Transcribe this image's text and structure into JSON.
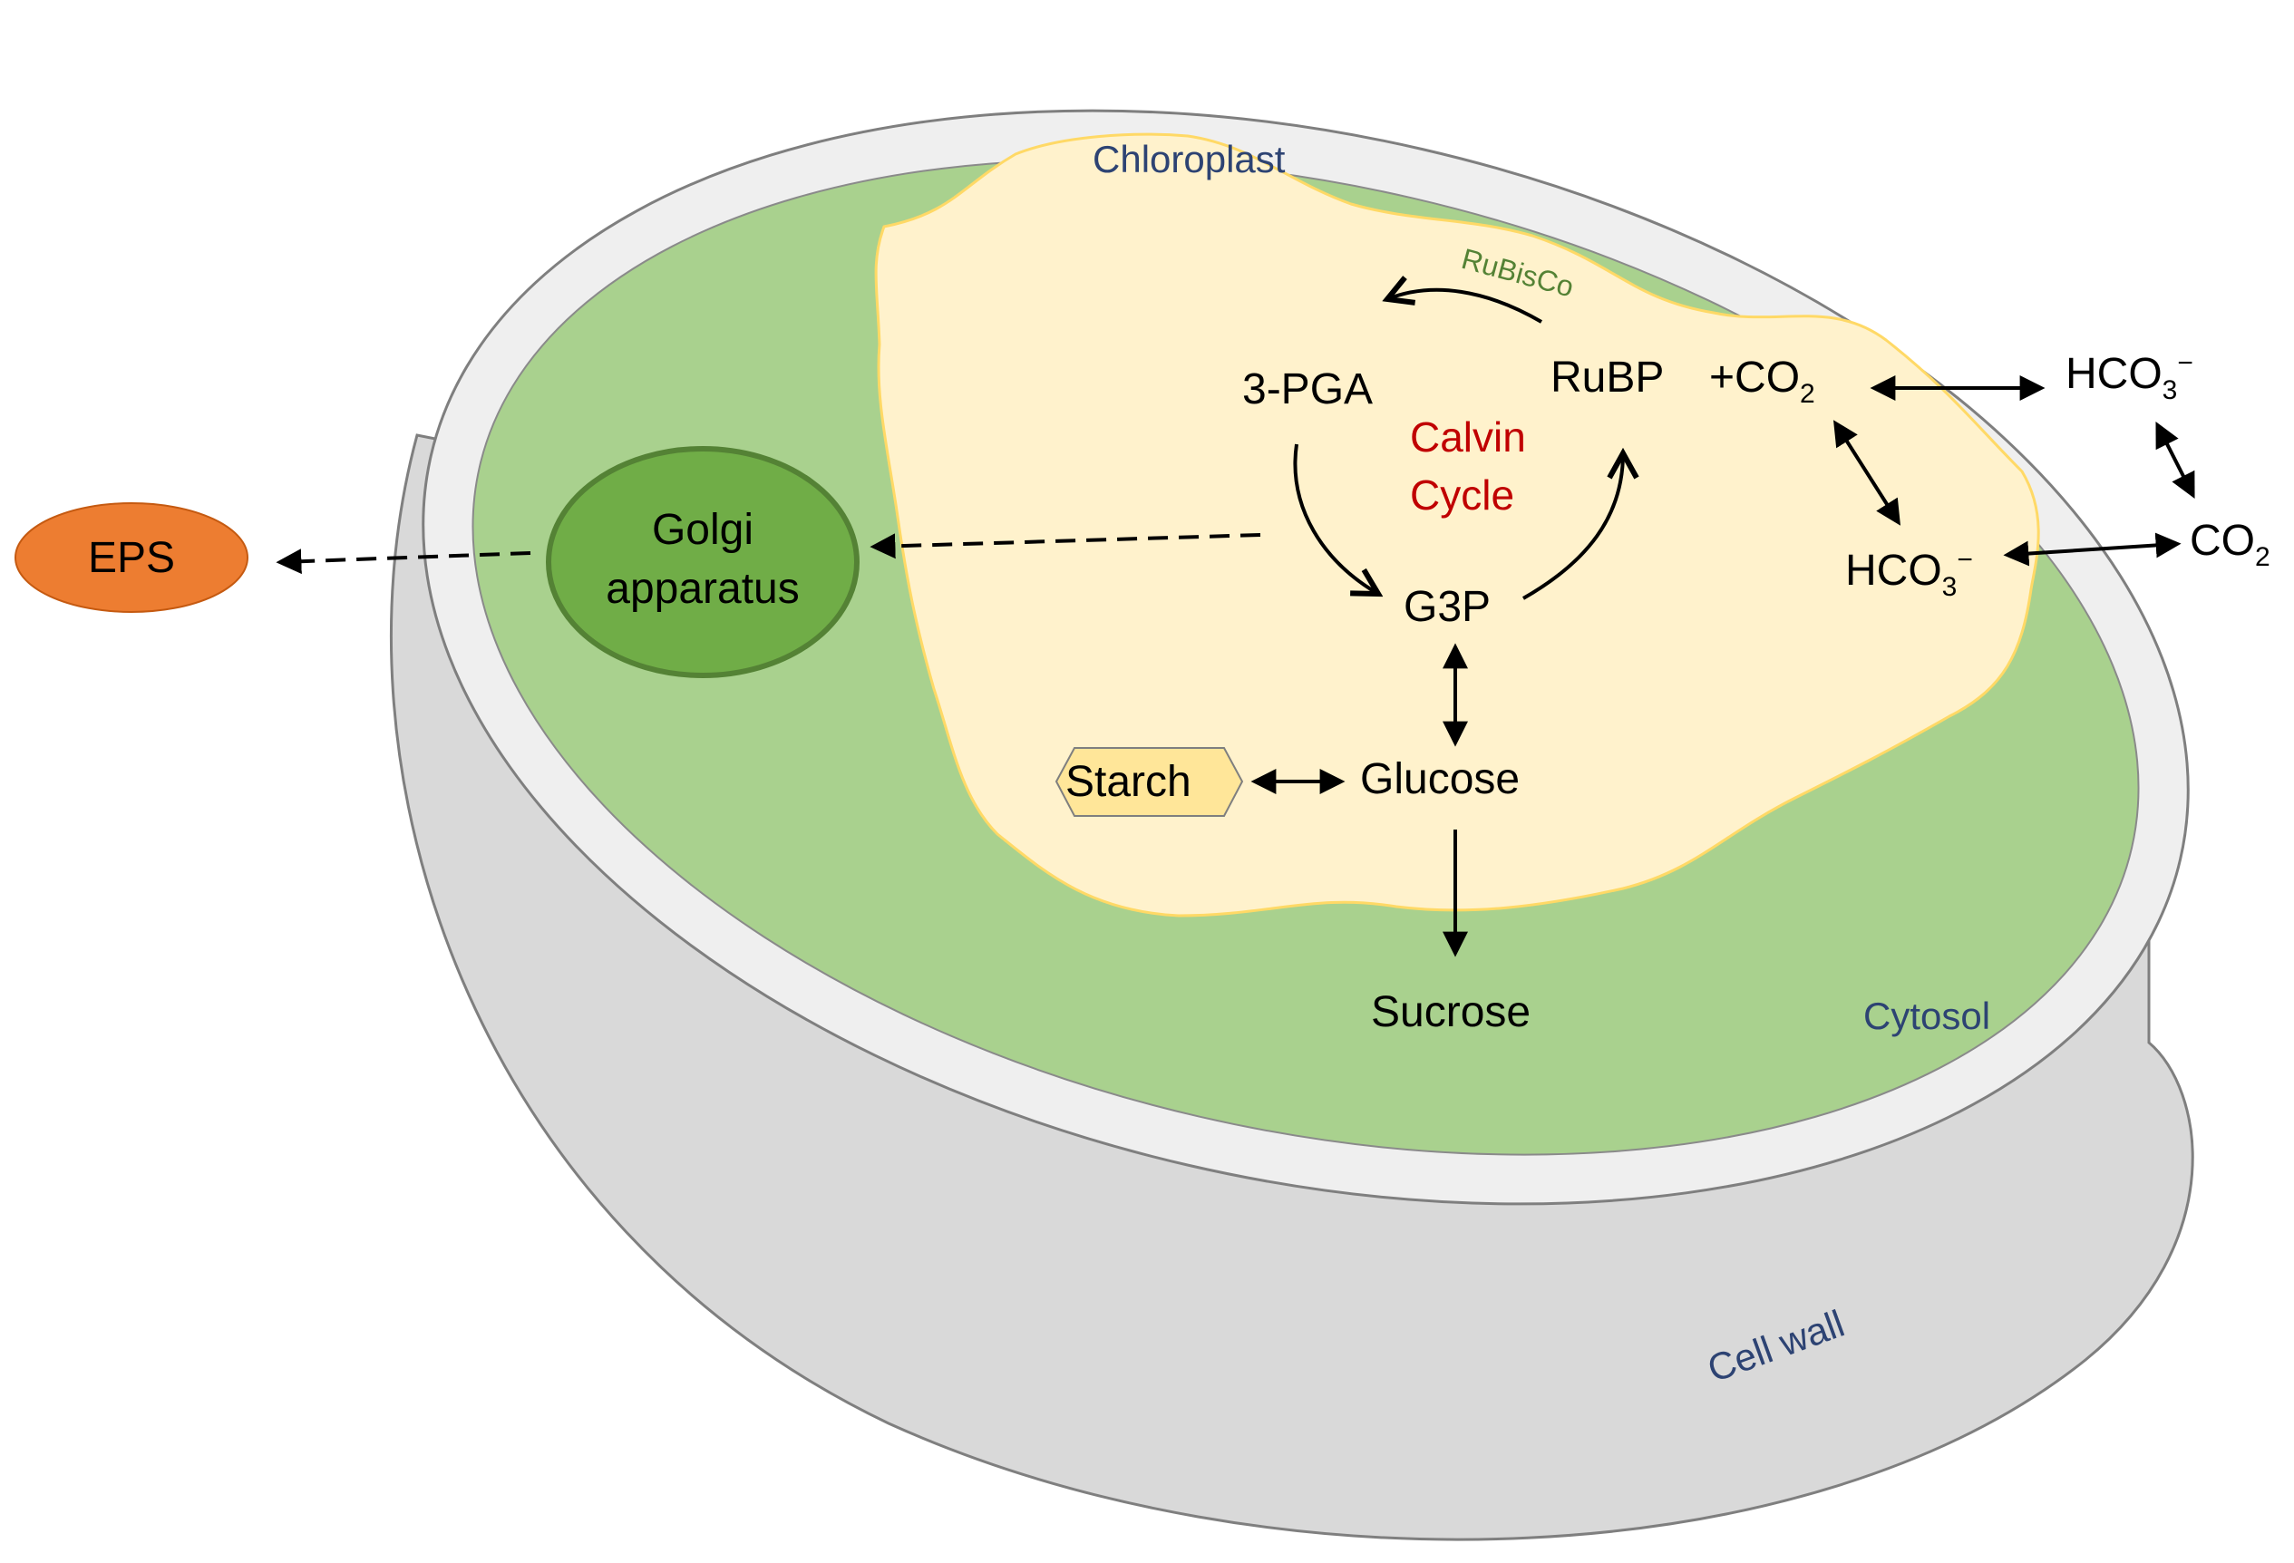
{
  "regions": {
    "chloroplast": "Chloroplast",
    "cytosol": "Cytosol",
    "cell_wall": "Cell wall"
  },
  "cycle": {
    "enzyme": "RuBisCo",
    "name_line1": "Calvin",
    "name_line2": "Cycle"
  },
  "metabolites": {
    "pga": "3-PGA",
    "rubp": "RuBP",
    "co2_plus_prefix": "+CO",
    "co2_plus_sub": "2",
    "g3p": "G3P",
    "glucose": "Glucose",
    "starch": "Starch",
    "sucrose": "Sucrose",
    "hco3_inner_main": "HCO",
    "hco3_inner_sub": "3",
    "hco3_inner_sup": "−",
    "hco3_outer_main": "HCO",
    "hco3_outer_sub": "3",
    "hco3_outer_sup": "−",
    "co2_outer_main": "CO",
    "co2_outer_sub": "2"
  },
  "organelles": {
    "golgi_line1": "Golgi",
    "golgi_line2": "apparatus",
    "eps": "EPS"
  },
  "colors": {
    "cytosol": "#a9d18e",
    "chloroplast": "#fff2cc",
    "chloroplast_border": "#ffd966",
    "cell_wall": "#d9d9d9",
    "cell_wall_rim": "#efefef",
    "golgi": "#70ad47",
    "eps": "#ed7d31",
    "starch": "#ffe699",
    "cycle_label": "#c00000",
    "enzyme_label": "#548235",
    "region_label": "#2d4373"
  }
}
